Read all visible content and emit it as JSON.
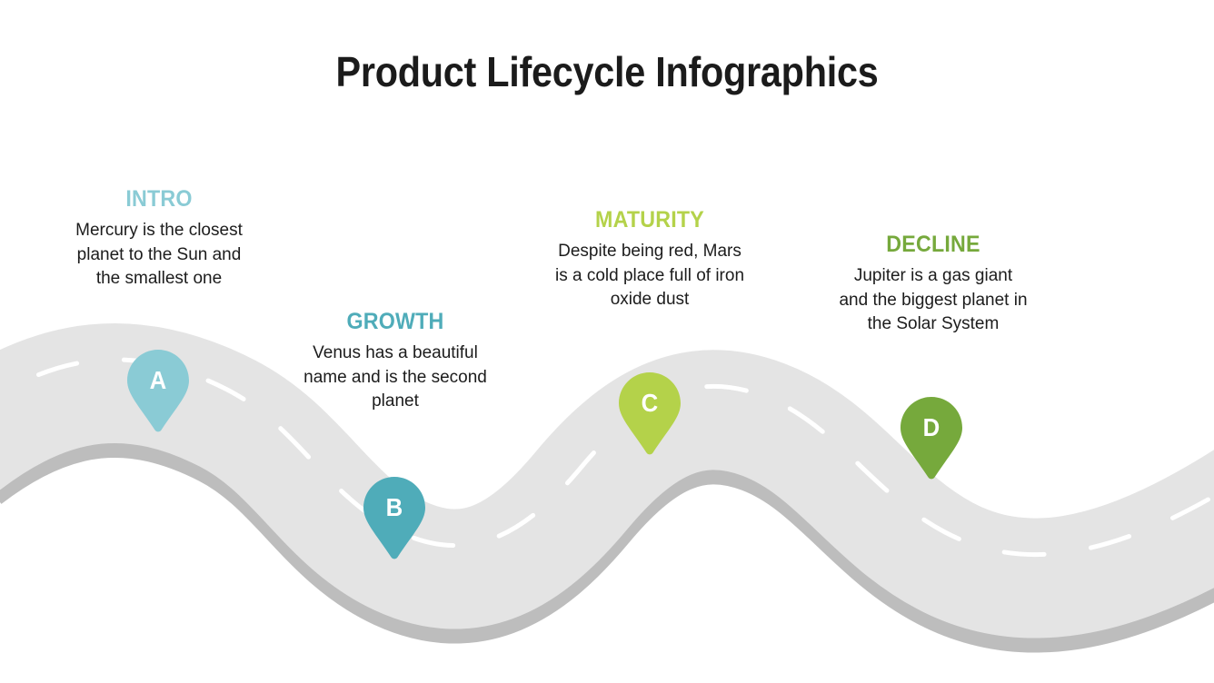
{
  "page": {
    "title": "Product Lifecycle Infographics",
    "background_color": "#ffffff",
    "title_color": "#1b1b1b"
  },
  "road": {
    "surface_color": "#e4e4e4",
    "shadow_color": "#bdbdbd",
    "lane_marking_color": "#ffffff",
    "shape": "s-curve-wave"
  },
  "steps": [
    {
      "letter": "A",
      "heading": "INTRO",
      "body": "Mercury is the closest planet to the Sun and the smallest one",
      "color": "#8acbd5",
      "heading_color": "#8acbd5"
    },
    {
      "letter": "B",
      "heading": "GROWTH",
      "body": "Venus has a beautiful name and is the second planet",
      "color": "#4facb9",
      "heading_color": "#4facb9"
    },
    {
      "letter": "C",
      "heading": "MATURITY",
      "body": "Despite being red, Mars is a cold place full of iron oxide dust",
      "color": "#b4d24a",
      "heading_color": "#b4d24a"
    },
    {
      "letter": "D",
      "heading": "DECLINE",
      "body": "Jupiter is a gas giant and the biggest planet in the Solar System",
      "color": "#76a93c",
      "heading_color": "#76a93c"
    }
  ]
}
